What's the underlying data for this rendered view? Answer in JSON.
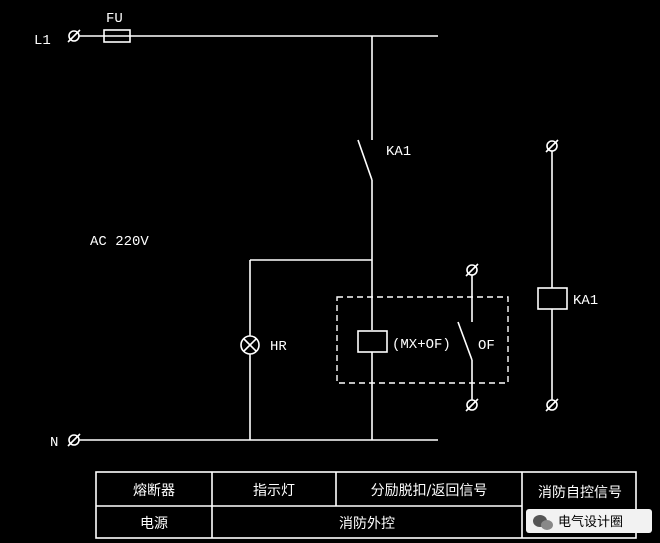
{
  "labels": {
    "l1": "L1",
    "fu": "FU",
    "n": "N",
    "ka1_contact": "KA1",
    "ac": "AC 220V",
    "hr": "HR",
    "mx": "(MX+OF)",
    "of": "OF",
    "ka1_coil": "KA1"
  },
  "table": {
    "row1": [
      "熔断器",
      "指示灯",
      "分励脱扣/返回信号",
      "消防自控信号"
    ],
    "row2": [
      "电源",
      "消防外控"
    ]
  },
  "watermark": {
    "text": "电气设计圈"
  }
}
